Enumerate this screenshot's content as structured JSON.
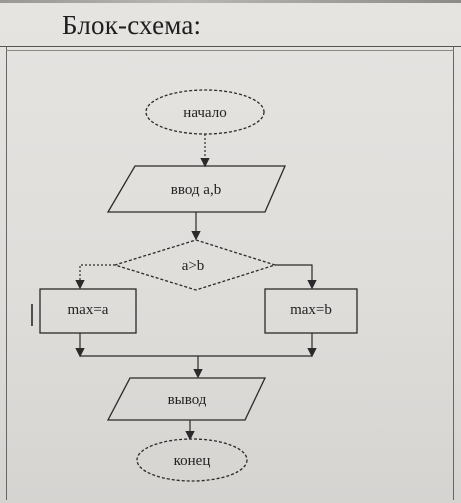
{
  "header": {
    "title": "Блок-схема:"
  },
  "flowchart": {
    "start": "начало",
    "input": "ввод a,b",
    "condition": "a>b",
    "left_process": "max=a",
    "right_process": "max=b",
    "output": "вывод",
    "end": "конец"
  },
  "colors": {
    "line": "#2a2a2a",
    "background": "#e2e0dd"
  }
}
